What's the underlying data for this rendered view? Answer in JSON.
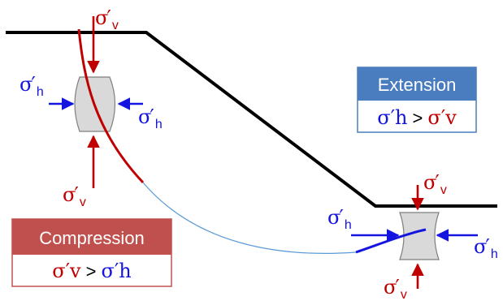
{
  "colors": {
    "vertical_stress": "#c00000",
    "horizontal_stress": "#1515e0",
    "ground": "#000000",
    "element_fill": "#d9d9d9",
    "extension_header": "#4a7dbf",
    "compression_header": "#c0504d"
  },
  "labels": {
    "sigma": "σ",
    "prime": "′",
    "v": "v",
    "h": "h"
  },
  "extension_box": {
    "title": "Extension",
    "greater": "σ′h",
    "gt": ">",
    "lesser": "σ′v"
  },
  "compression_box": {
    "title": "Compression",
    "greater": "σ′v",
    "gt": ">",
    "lesser": "σ′h"
  }
}
